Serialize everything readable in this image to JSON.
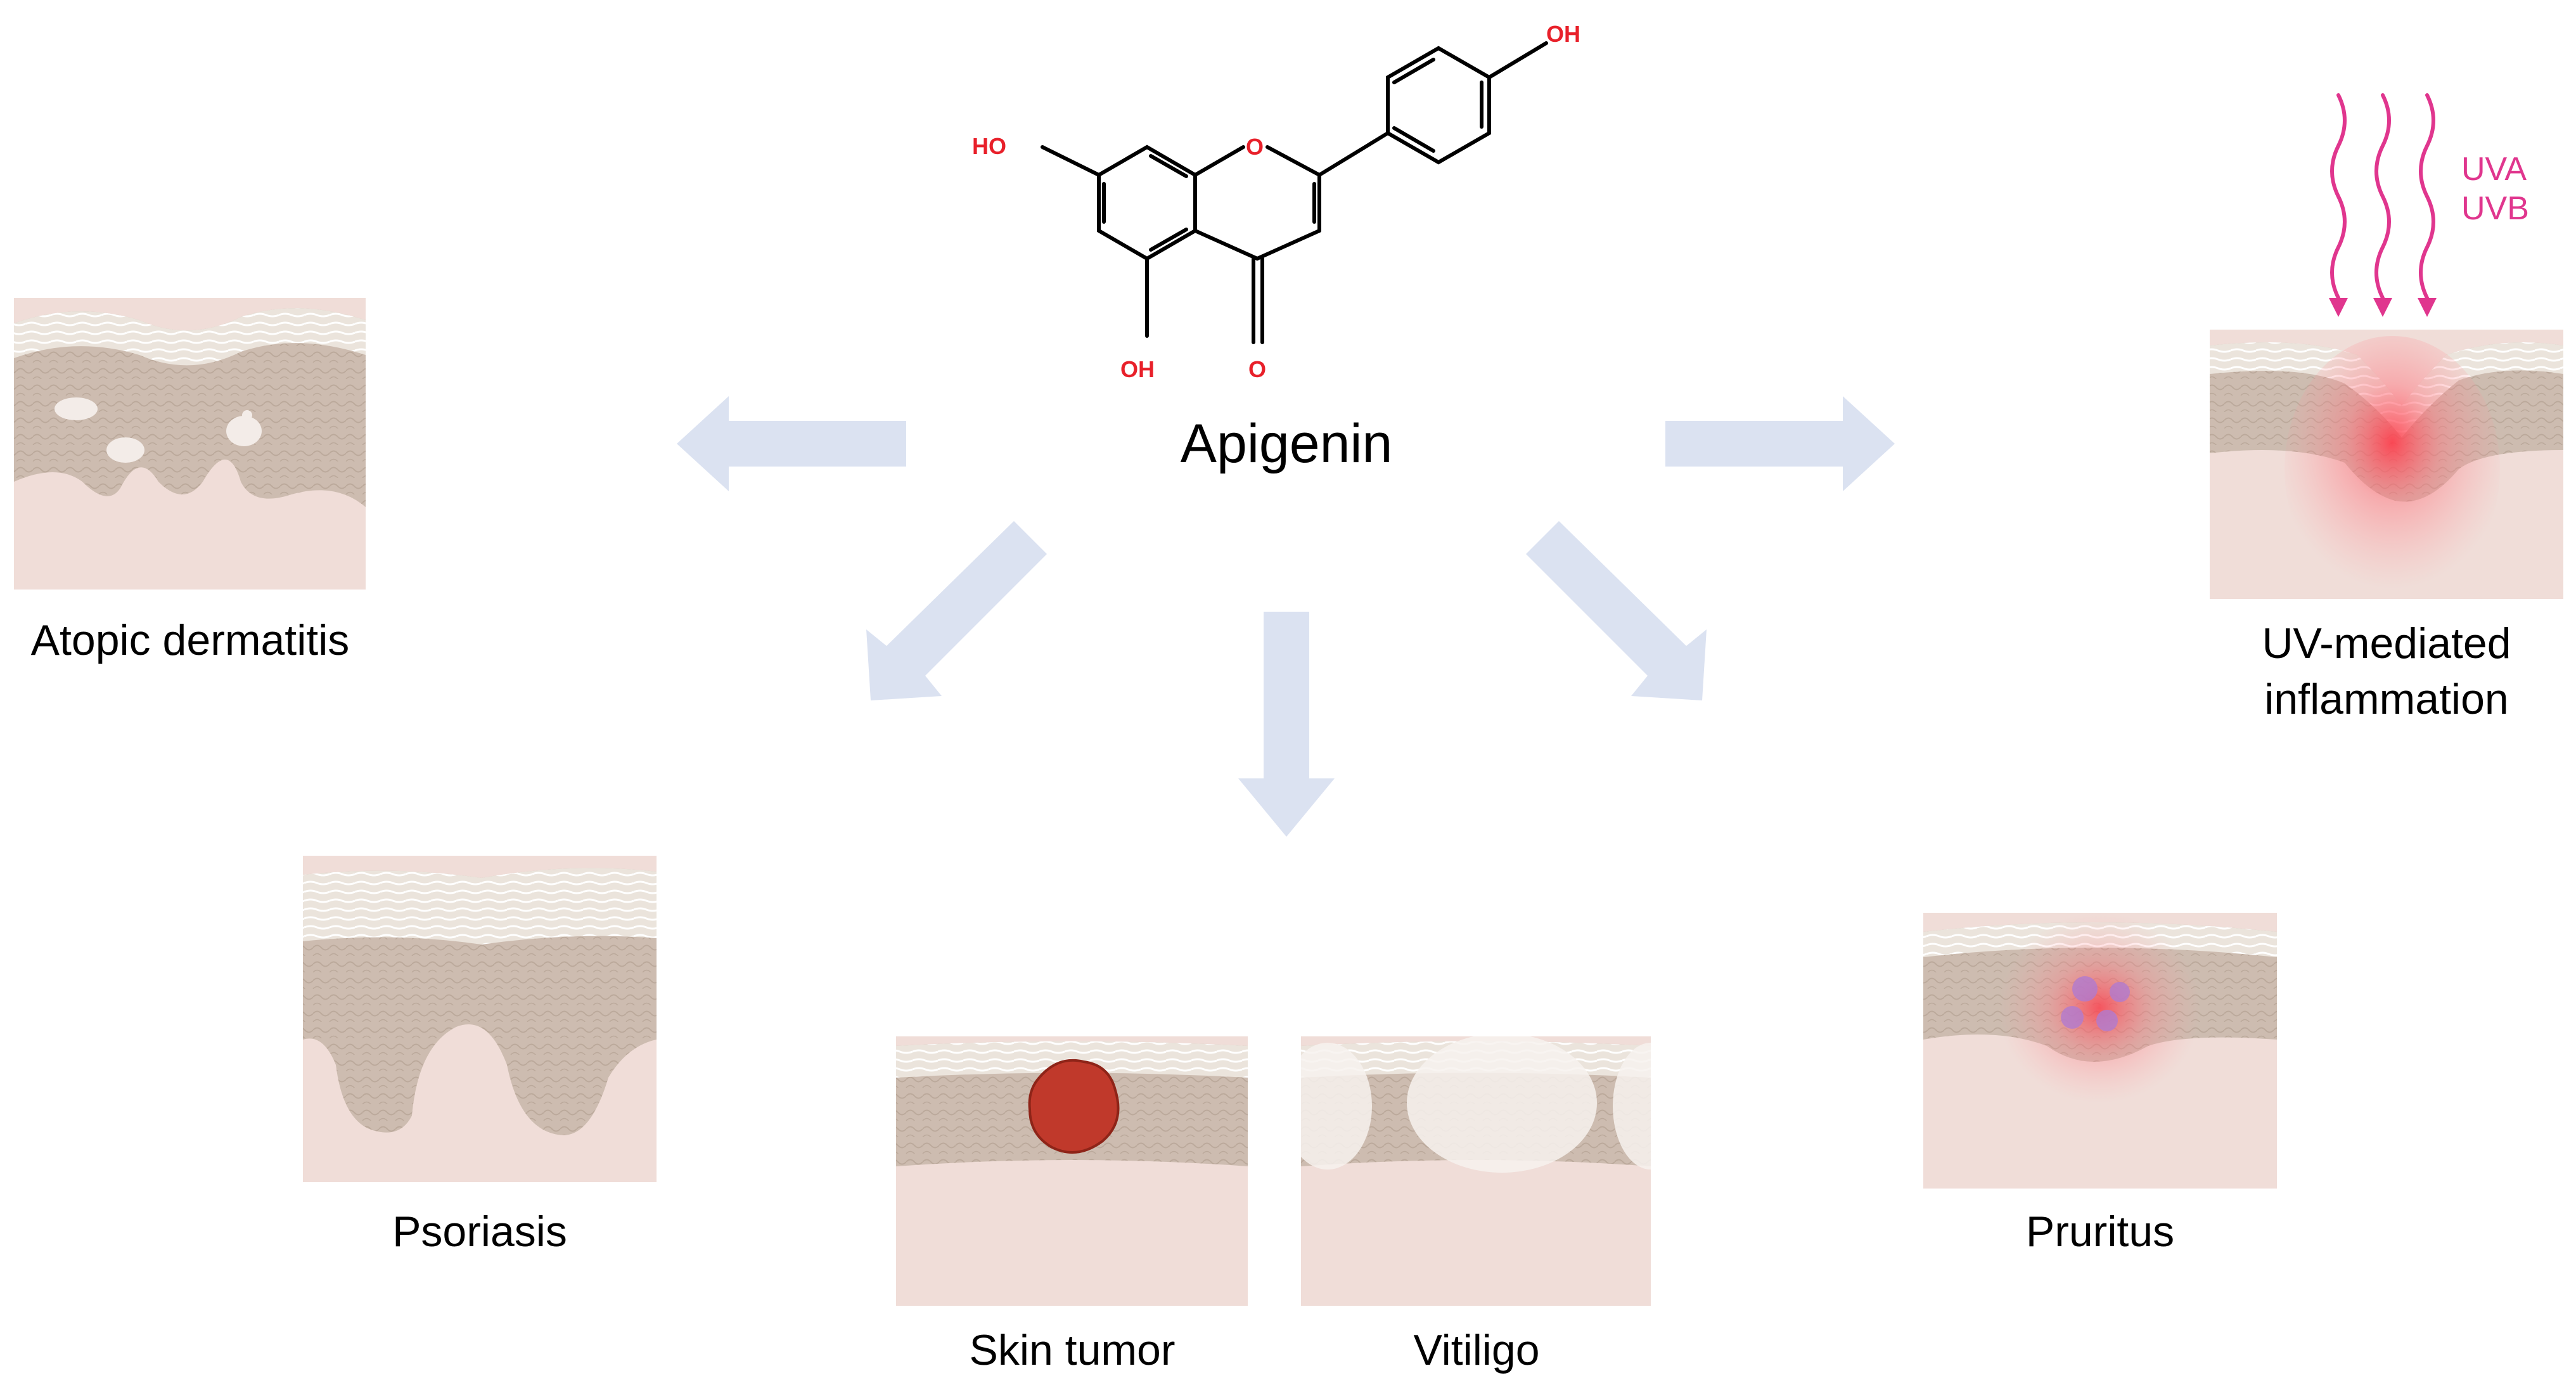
{
  "compound": {
    "name": "Apigenin",
    "atoms": {
      "oh_top_right": "OH",
      "ho_left": "HO",
      "ring_oxygen": "O",
      "oh_bottom": "OH",
      "carbonyl_oxygen": "O"
    }
  },
  "uv": {
    "line1": "UVA",
    "line2": "UVB"
  },
  "conditions": {
    "atopic": "Atopic dermatitis",
    "psoriasis": "Psoriasis",
    "tumor": "Skin tumor",
    "vitiligo": "Vitiligo",
    "pruritus": "Pruritus",
    "uv_line1": "UV-mediated",
    "uv_line2": "inflammation"
  },
  "colors": {
    "arrow": "#dbe2f1",
    "dermis": "#f0ddd8",
    "epidermis": "#cdbcb0",
    "stratum": "#ebe4dc",
    "atom_red": "#e8202a",
    "uv_magenta": "#e0368e",
    "tumor_red": "#c0392b"
  }
}
